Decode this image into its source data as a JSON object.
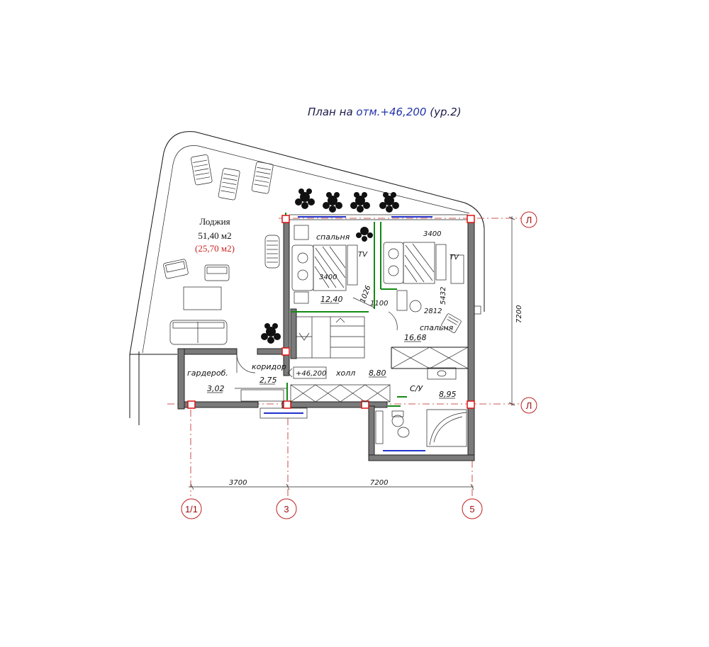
{
  "title": {
    "prefix": "План на ",
    "level_mark": "отм.+46,200",
    "suffix": " (ур.2)",
    "prefix_color": "#1a1a4a",
    "mark_color": "#2233aa"
  },
  "loggia": {
    "name": "Лоджия",
    "area": "51,40 м2",
    "area_reduced": "(25,70 м2)",
    "reduced_color": "#cc2222"
  },
  "rooms": {
    "bedroom_1": {
      "name": "спальня",
      "area": "12,40"
    },
    "bedroom_2": {
      "name": "спальня",
      "area": "16,68"
    },
    "wardrobe": {
      "name": "гардероб.",
      "area": "3,02"
    },
    "corridor": {
      "name": "коридор",
      "area": "2,75"
    },
    "hall": {
      "name": "холл",
      "area": "8,80"
    },
    "bathroom": {
      "name": "С/У",
      "area": "8,95"
    }
  },
  "level_marker": "+46,200",
  "tv_labels": [
    "TV",
    "TV"
  ],
  "dimensions": {
    "bed1_depth": "3400",
    "bed2_width": "3400",
    "d_1026": "1026",
    "d_1100": "1100",
    "d_5432": "5432",
    "d_2812": "2812",
    "right_vertical": "7200",
    "bottom_left": "3700",
    "bottom_right": "7200"
  },
  "axes": {
    "row_top": "Л",
    "row_bottom": "Л",
    "col_1": "1/1",
    "col_3": "3",
    "col_5": "5"
  },
  "colors": {
    "wall": "#7a7a7a",
    "axis": "#c02020",
    "column": "#dd1111",
    "partition": "#138a13",
    "window": "#2233cc"
  }
}
